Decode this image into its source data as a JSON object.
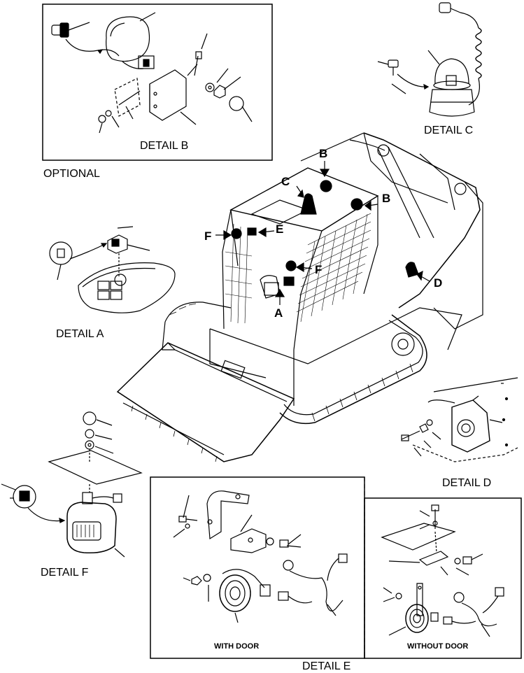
{
  "labels": {
    "detail_a": "DETAIL A",
    "detail_b": "DETAIL B",
    "optional": "OPTIONAL",
    "detail_c": "DETAIL C",
    "detail_d": "DETAIL D",
    "detail_e": "DETAIL E",
    "detail_f": "DETAIL F",
    "with_door": "WITH DOOR",
    "without_door": "WITHOUT DOOR"
  },
  "callouts": {
    "a": "A",
    "b_top": "B",
    "b_right": "B",
    "c": "C",
    "d": "D",
    "e": "E",
    "f_left": "F",
    "f_right": "F"
  }
}
